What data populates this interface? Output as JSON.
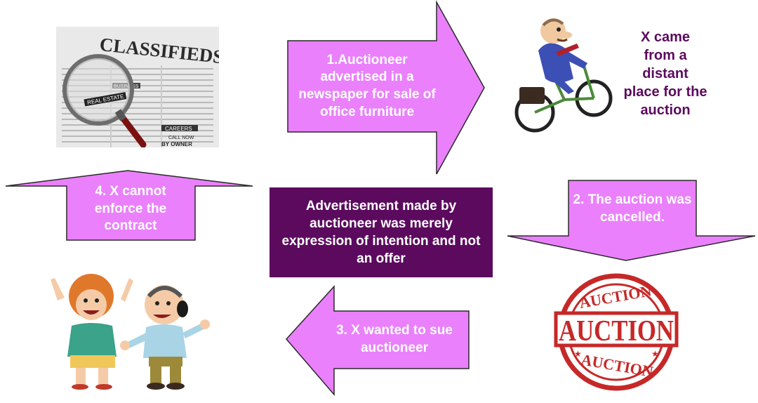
{
  "colors": {
    "arrow_fill": "#ea80fc",
    "arrow_stroke": "#2a2a2a",
    "center_box_bg": "#5b0a5e",
    "purple_text": "#5b0a5e",
    "auction_red": "#c62828"
  },
  "steps": {
    "step1": "1.Auctioneer advertised in a newspaper for sale of office furniture",
    "step2": "2. The auction was cancelled.",
    "step3": "3. X wanted to sue auctioneer",
    "step4": "4. X cannot enforce the contract"
  },
  "center_box": "Advertisement made by auctioneer was merely expression of intention and not an offer",
  "side_note": "X came from a distant place for the auction",
  "images": {
    "classifieds": {
      "icon": "classifieds-newspaper-with-magnifier",
      "masthead": "CLASSIFIEDS",
      "sections": [
        "BUSINESS",
        "REAL ESTATE",
        "CAREERS",
        "CALL NOW",
        "BY OWNER"
      ]
    },
    "bicycle_man": {
      "icon": "man-on-bicycle"
    },
    "auction_stamp": {
      "icon": "auction-stamp",
      "main": "AUCTION",
      "top": "AUCTION",
      "bottom": "AUCTION"
    },
    "arguing_people": {
      "icon": "arguing-couple"
    }
  }
}
